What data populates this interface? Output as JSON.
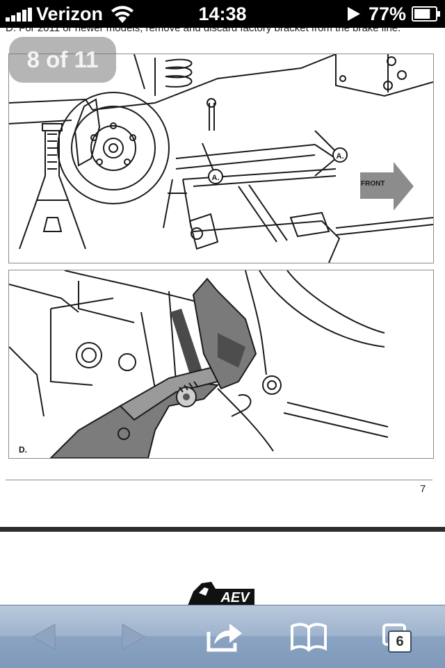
{
  "status_bar": {
    "carrier": "Verizon",
    "time": "14:38",
    "battery_percent": "77%",
    "icons": [
      "signal-icon",
      "wifi-icon",
      "play-icon",
      "battery-icon"
    ],
    "battery_level": 0.77
  },
  "document": {
    "instruction": "D.  For 2011 or newer models, remove and discard factory bracket from the brake line.",
    "figure_top": {
      "labels": [
        "A.",
        "A."
      ],
      "front_label": "FRONT"
    },
    "figure_bottom": {
      "label": "D."
    },
    "page_counter": "8 of 11",
    "page_number": "7",
    "next_page_logo": "AEV"
  },
  "toolbar": {
    "tab_count": "6",
    "buttons": [
      "back-icon",
      "forward-icon",
      "share-icon",
      "bookmarks-icon",
      "tabs-icon"
    ]
  },
  "colors": {
    "status_bar_bg": "#000000",
    "toolbar_gradient_top": "#b9c9dd",
    "toolbar_gradient_bottom": "#7f99ba"
  }
}
